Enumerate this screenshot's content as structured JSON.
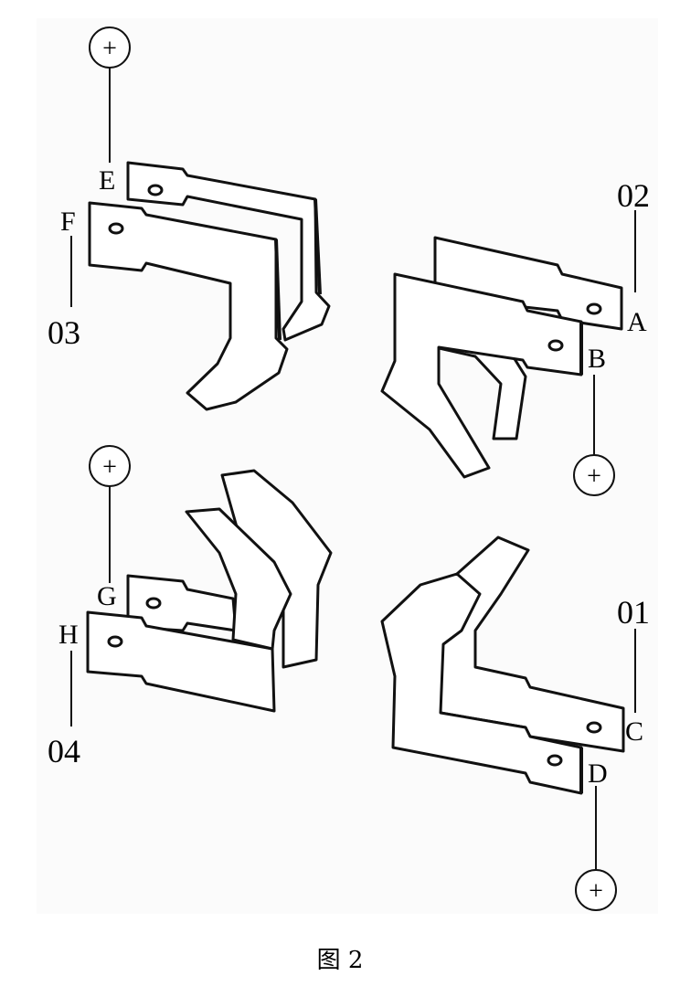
{
  "figure": {
    "caption": "图 2",
    "terminal_letters": {
      "E": "E",
      "F": "F",
      "A": "A",
      "B": "B",
      "G": "G",
      "H": "H",
      "C": "C",
      "D": "D"
    },
    "part_numbers": {
      "top_left": "03",
      "top_right": "02",
      "bottom_left": "04",
      "bottom_right": "01"
    },
    "polarity_symbol": "+"
  }
}
